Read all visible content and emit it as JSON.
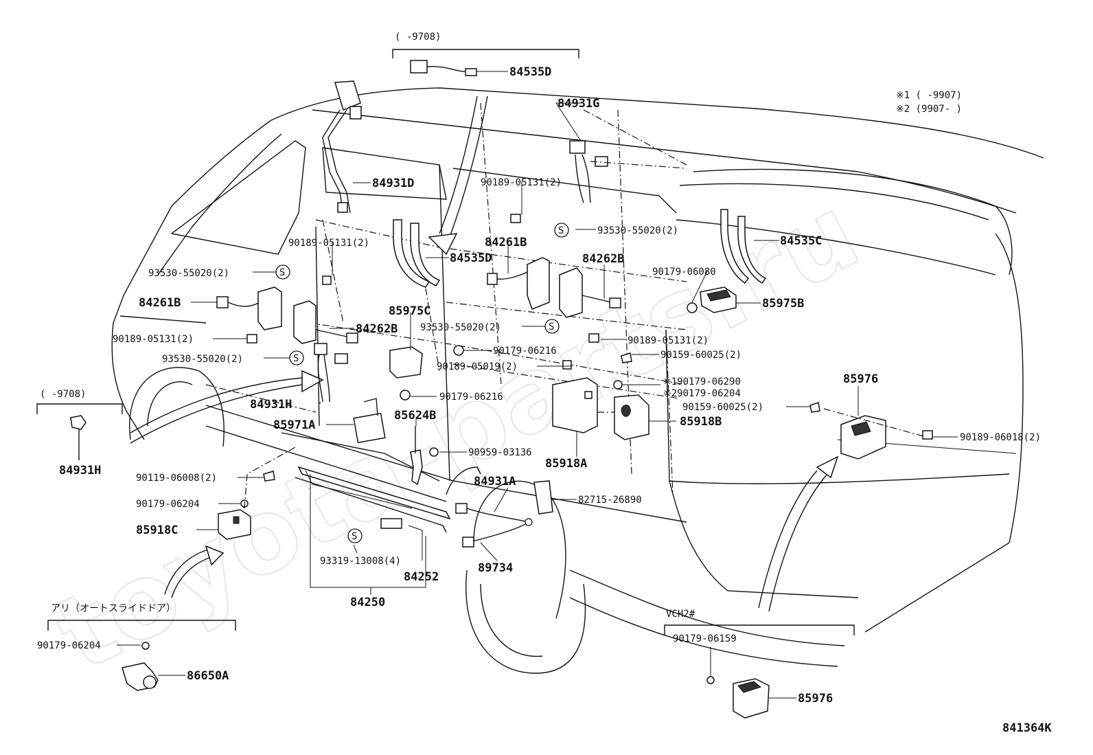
{
  "diagram": {
    "watermark": "toyota-parts.ru",
    "code": "841364K",
    "notes": {
      "n1": "※1 (       -9907)",
      "n2": "※2 (9907-       )"
    },
    "groups": {
      "top": "(       -9708)",
      "left": "(       -9708)",
      "auto": "アリ（オートスライドドア）",
      "vch": "VCH2#"
    },
    "callouts": [
      {
        "id": "c01",
        "text": "84535D"
      },
      {
        "id": "c02",
        "text": "84931G"
      },
      {
        "id": "c03",
        "text": "84931D"
      },
      {
        "id": "c04",
        "text": "90189-05131(2)"
      },
      {
        "id": "c05",
        "text": "93530-55020(2)"
      },
      {
        "id": "c06",
        "text": "84535C"
      },
      {
        "id": "c07",
        "text": "90189-05131(2)"
      },
      {
        "id": "c08",
        "text": "84261B"
      },
      {
        "id": "c09",
        "text": "84535D"
      },
      {
        "id": "c10",
        "text": "84262B"
      },
      {
        "id": "c11",
        "text": "93530-55020(2)"
      },
      {
        "id": "c12",
        "text": "90179-06080"
      },
      {
        "id": "c13",
        "text": "84261B"
      },
      {
        "id": "c14",
        "text": "85975C"
      },
      {
        "id": "c15",
        "text": "85975B"
      },
      {
        "id": "c16",
        "text": "84262B"
      },
      {
        "id": "c17",
        "text": "93530-55020(2)"
      },
      {
        "id": "c18",
        "text": "90189-05131(2)"
      },
      {
        "id": "c19",
        "text": "90189-05131(2)"
      },
      {
        "id": "c20",
        "text": "90179-06216"
      },
      {
        "id": "c21",
        "text": "90159-60025(2)"
      },
      {
        "id": "c22",
        "text": "93530-55020(2)"
      },
      {
        "id": "c23",
        "text": "90189-05019(2)"
      },
      {
        "id": "c24",
        "text": "※190179-06290"
      },
      {
        "id": "c25",
        "text": "※290179-06204"
      },
      {
        "id": "c26",
        "text": "85976"
      },
      {
        "id": "c27",
        "text": "90179-06216"
      },
      {
        "id": "c28",
        "text": "84931H"
      },
      {
        "id": "c29",
        "text": "85624B"
      },
      {
        "id": "c30",
        "text": "90159-60025(2)"
      },
      {
        "id": "c31",
        "text": "85971A"
      },
      {
        "id": "c32",
        "text": "85918B"
      },
      {
        "id": "c33",
        "text": "90189-06018(2)"
      },
      {
        "id": "c34",
        "text": "90959-03136"
      },
      {
        "id": "c35",
        "text": "84931H"
      },
      {
        "id": "c36",
        "text": "85918A"
      },
      {
        "id": "c37",
        "text": "90119-06008(2)"
      },
      {
        "id": "c38",
        "text": "84931A"
      },
      {
        "id": "c39",
        "text": "82715-26890"
      },
      {
        "id": "c40",
        "text": "90179-06204"
      },
      {
        "id": "c41",
        "text": "85918C"
      },
      {
        "id": "c42",
        "text": "93319-13008(4)"
      },
      {
        "id": "c43",
        "text": "84252"
      },
      {
        "id": "c44",
        "text": "89734"
      },
      {
        "id": "c45",
        "text": "84250"
      },
      {
        "id": "c46",
        "text": "90179-06204"
      },
      {
        "id": "c47",
        "text": "90179-06159"
      },
      {
        "id": "c48",
        "text": "86650A"
      },
      {
        "id": "c49",
        "text": "85976"
      }
    ]
  }
}
